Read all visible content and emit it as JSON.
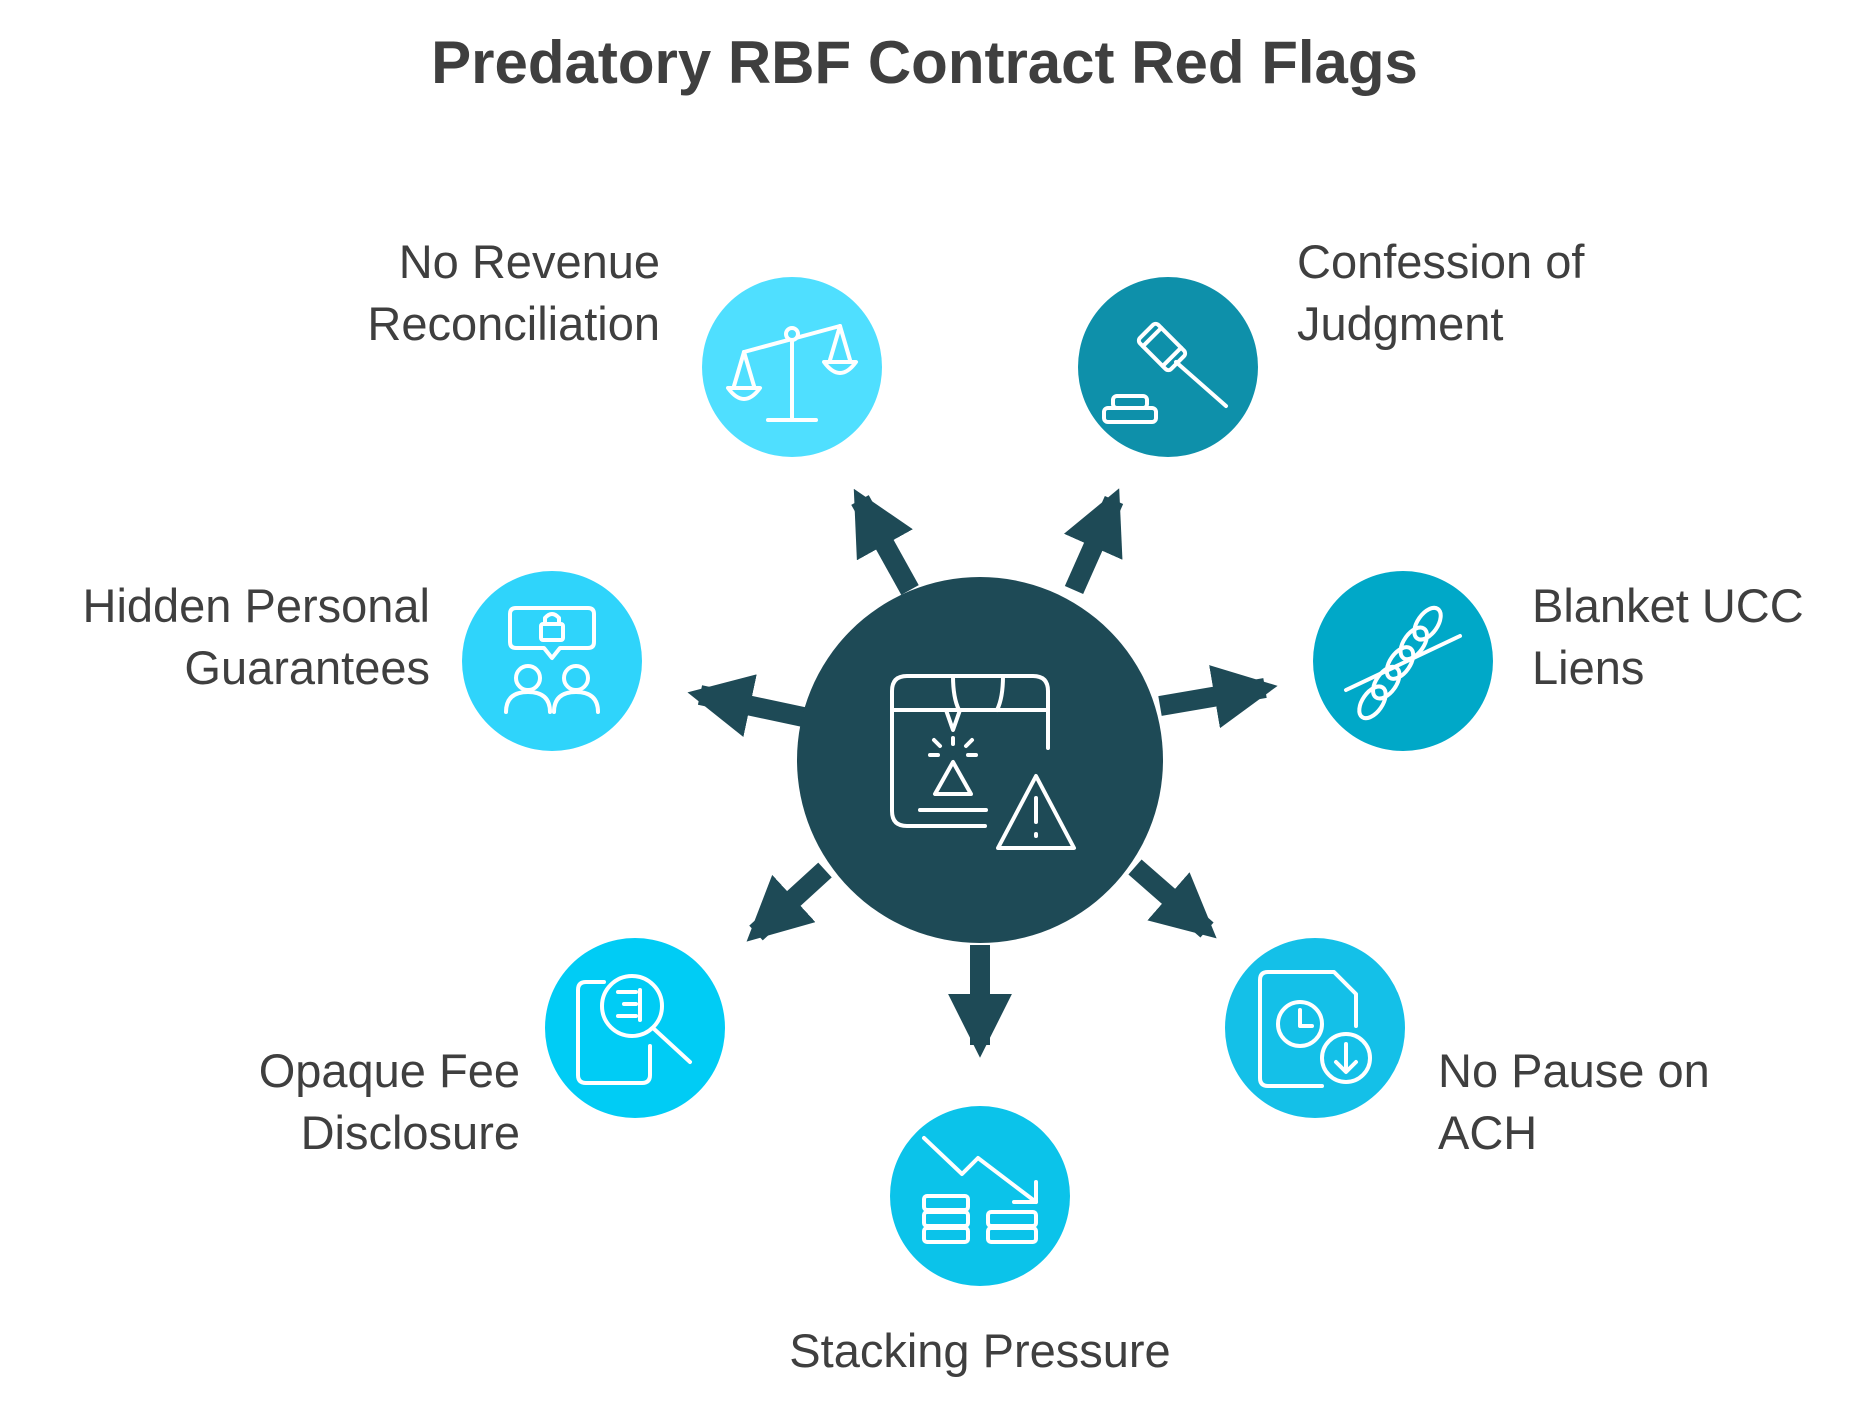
{
  "title": "Predatory RBF Contract Red Flags",
  "colors": {
    "hub": "#1e4a56",
    "ink": "#3f3f3f",
    "light_cyan": "#4fdfff",
    "cyan": "#14c8f0",
    "teal_dark": "#0e90aa",
    "teal": "#00a8c8"
  },
  "center": {
    "icon": "warning-document-icon"
  },
  "items": [
    {
      "id": "no-revenue-reconciliation",
      "lines": [
        "No Revenue",
        "Reconciliation"
      ],
      "icon": "balance-scale-icon",
      "color": "#4fdfff"
    },
    {
      "id": "confession-of-judgment",
      "lines": [
        "Confession of",
        "Judgment"
      ],
      "icon": "gavel-icon",
      "color": "#0e90aa"
    },
    {
      "id": "hidden-personal-guarantees",
      "lines": [
        "Hidden Personal",
        "Guarantees"
      ],
      "icon": "locked-people-icon",
      "color": "#2fd4fb"
    },
    {
      "id": "blanket-ucc-liens",
      "lines": [
        "Blanket UCC",
        "Liens"
      ],
      "icon": "chain-icon",
      "color": "#00a8c8"
    },
    {
      "id": "opaque-fee-disclosure",
      "lines": [
        "Opaque Fee",
        "Disclosure"
      ],
      "icon": "document-magnifier-icon",
      "color": "#00ccf5"
    },
    {
      "id": "no-pause-on-ach",
      "lines": [
        "No Pause on",
        "ACH"
      ],
      "icon": "document-clock-download-icon",
      "color": "#14c0e8"
    },
    {
      "id": "stacking-pressure",
      "lines": [
        "Stacking Pressure"
      ],
      "icon": "coins-trend-down-icon",
      "color": "#0bc3ea"
    }
  ]
}
